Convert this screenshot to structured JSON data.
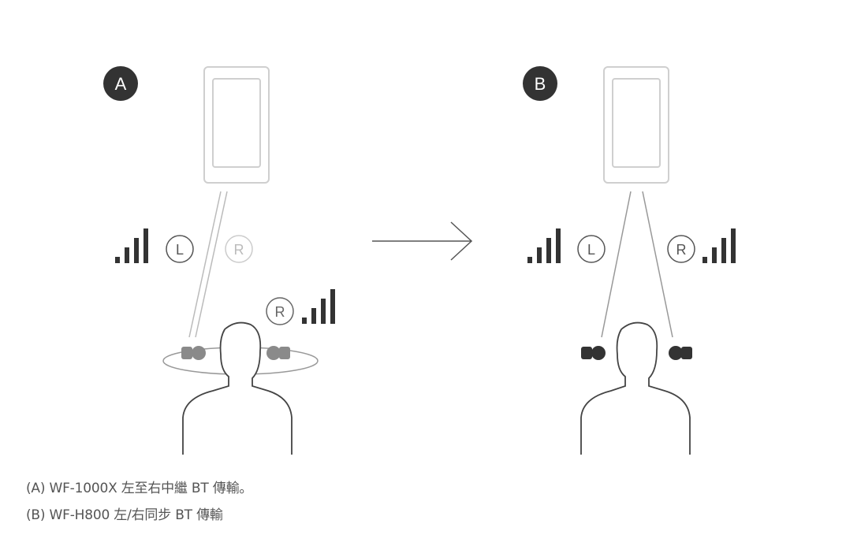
{
  "panels": {
    "a": {
      "badge": "A",
      "left_label": "L",
      "right_label": "R",
      "relay_label": "R"
    },
    "b": {
      "badge": "B",
      "left_label": "L",
      "right_label": "R"
    }
  },
  "captions": [
    "(A) WF-1000X 左至右中繼 BT 傳輸。",
    "(B) WF-H800 左/右同步 BT 傳輸"
  ],
  "colors": {
    "dark": "#333333",
    "mid": "#8a8a8a",
    "light": "#cfcfcf",
    "caption": "#555555"
  }
}
